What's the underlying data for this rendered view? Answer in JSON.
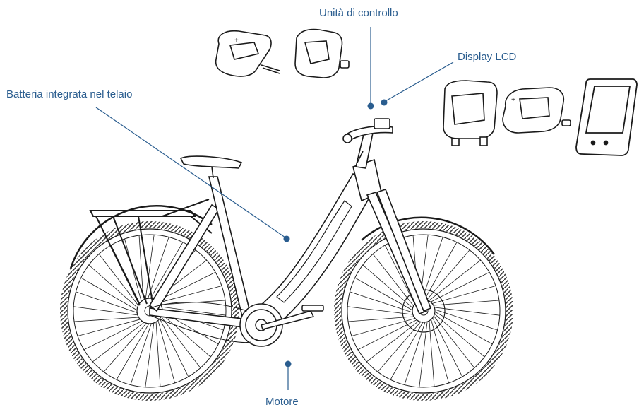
{
  "diagram": {
    "labels": {
      "control_unit": "Unità di controllo",
      "lcd_display": "Display LCD",
      "battery": "Batteria integrata nel telaio",
      "motor": "Motore"
    },
    "colors": {
      "callout": "#2a5d8f",
      "linework": "#1a1a1a",
      "tire_tread": "#3a3a3a"
    }
  }
}
